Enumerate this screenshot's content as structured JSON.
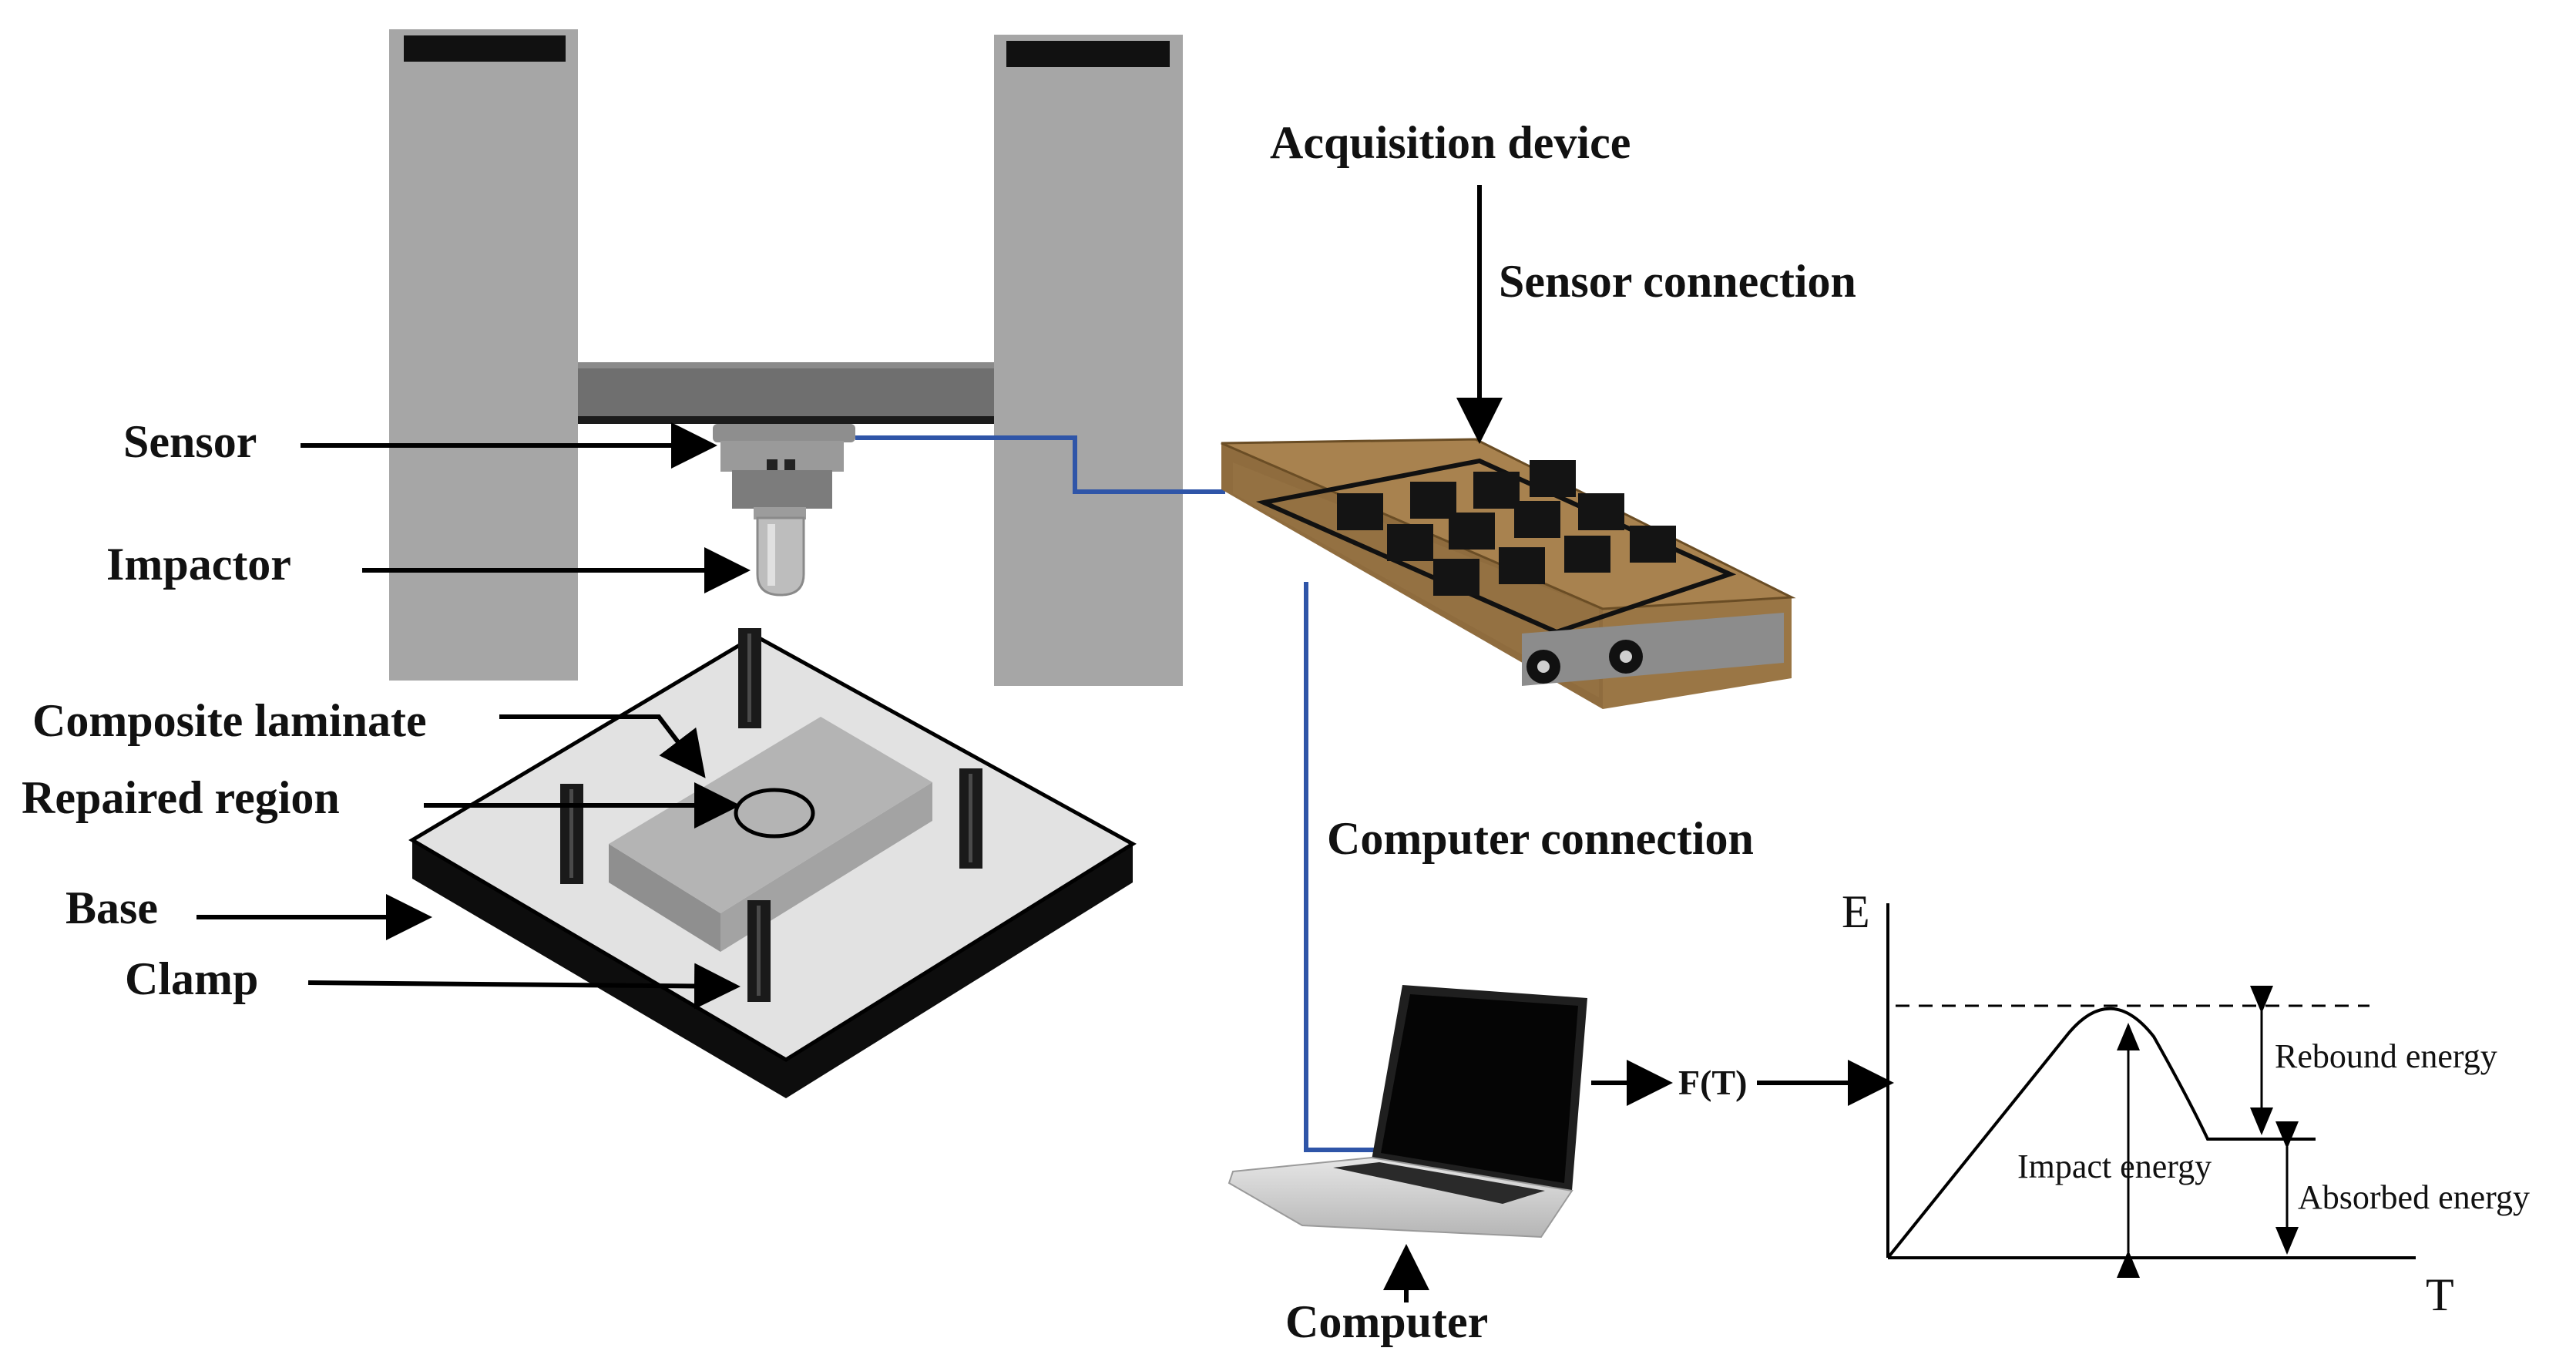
{
  "labels": {
    "sensor": "Sensor",
    "impactor": "Impactor",
    "composite_laminate": "Composite laminate",
    "repaired_region": "Repaired region",
    "base": "Base",
    "clamp": "Clamp",
    "acquisition_device": "Acquisition device",
    "sensor_connection": "Sensor connection",
    "computer_connection": "Computer connection",
    "computer": "Computer",
    "signal": "F(T)"
  },
  "energy_plot": {
    "y_axis": "E",
    "x_axis": "T",
    "rebound_energy": "Rebound energy",
    "impact_energy": "Impact energy",
    "absorbed_energy": "Absorbed energy"
  },
  "colors": {
    "pillar": "#a6a6a6",
    "crossbeam": "#6f6f6f",
    "cable": "#2f55a8",
    "device_wood": "#a8824f",
    "base_top": "#e2e2e2",
    "base_side": "#0d0d0d",
    "laminate": "#b4b4b4",
    "text": "#111111"
  }
}
